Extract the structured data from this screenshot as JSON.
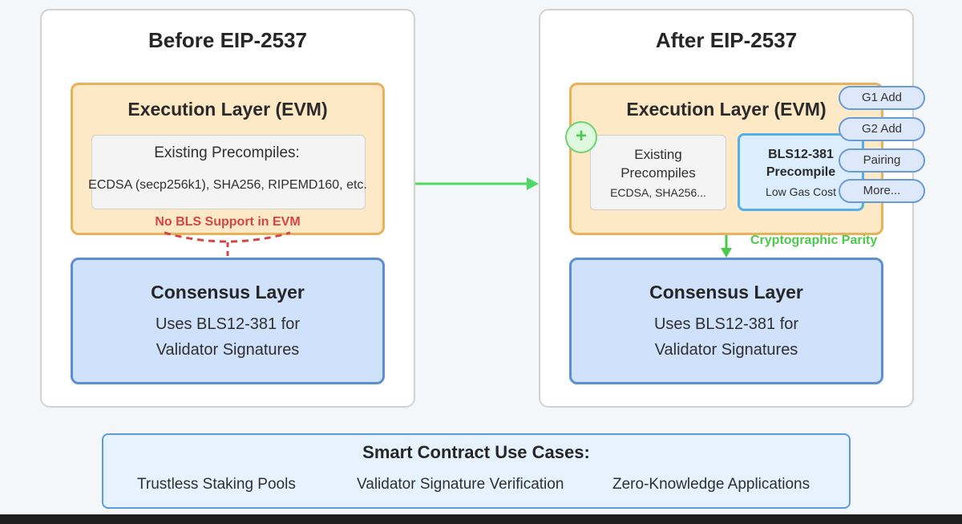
{
  "before": {
    "title": "Before EIP-2537",
    "execution_title": "Execution Layer (EVM)",
    "precompiles_title": "Existing Precompiles:",
    "precompiles_list": "ECDSA (secp256k1), SHA256, RIPEMD160, etc.",
    "no_bls_label": "No BLS Support in EVM",
    "consensus_title": "Consensus Layer",
    "consensus_line1": "Uses BLS12-381 for",
    "consensus_line2": "Validator Signatures"
  },
  "after": {
    "title": "After EIP-2537",
    "execution_title": "Execution Layer (EVM)",
    "plus_icon": "+",
    "precompiles_line1": "Existing",
    "precompiles_line2": "Precompiles",
    "precompiles_list": "ECDSA, SHA256...",
    "bls_line1": "BLS12-381",
    "bls_line2": "Precompile",
    "bls_gas": "Low Gas Cost",
    "ops": [
      "G1 Add",
      "G2 Add",
      "Pairing",
      "More..."
    ],
    "parity_label": "Cryptographic Parity",
    "consensus_title": "Consensus Layer",
    "consensus_line1": "Uses BLS12-381 for",
    "consensus_line2": "Validator Signatures"
  },
  "use_cases": {
    "title": "Smart Contract Use Cases:",
    "items": [
      "Trustless Staking Pools",
      "Validator Signature Verification",
      "Zero-Knowledge Applications"
    ]
  },
  "colors": {
    "execution_fill": "#fde9c6",
    "execution_border": "#e9b15a",
    "consensus_fill": "#cfe1fb",
    "consensus_border": "#5a8fd4",
    "arrow_green": "#4cd964",
    "no_support_red": "#d64545",
    "parity_green": "#4cc94c"
  }
}
